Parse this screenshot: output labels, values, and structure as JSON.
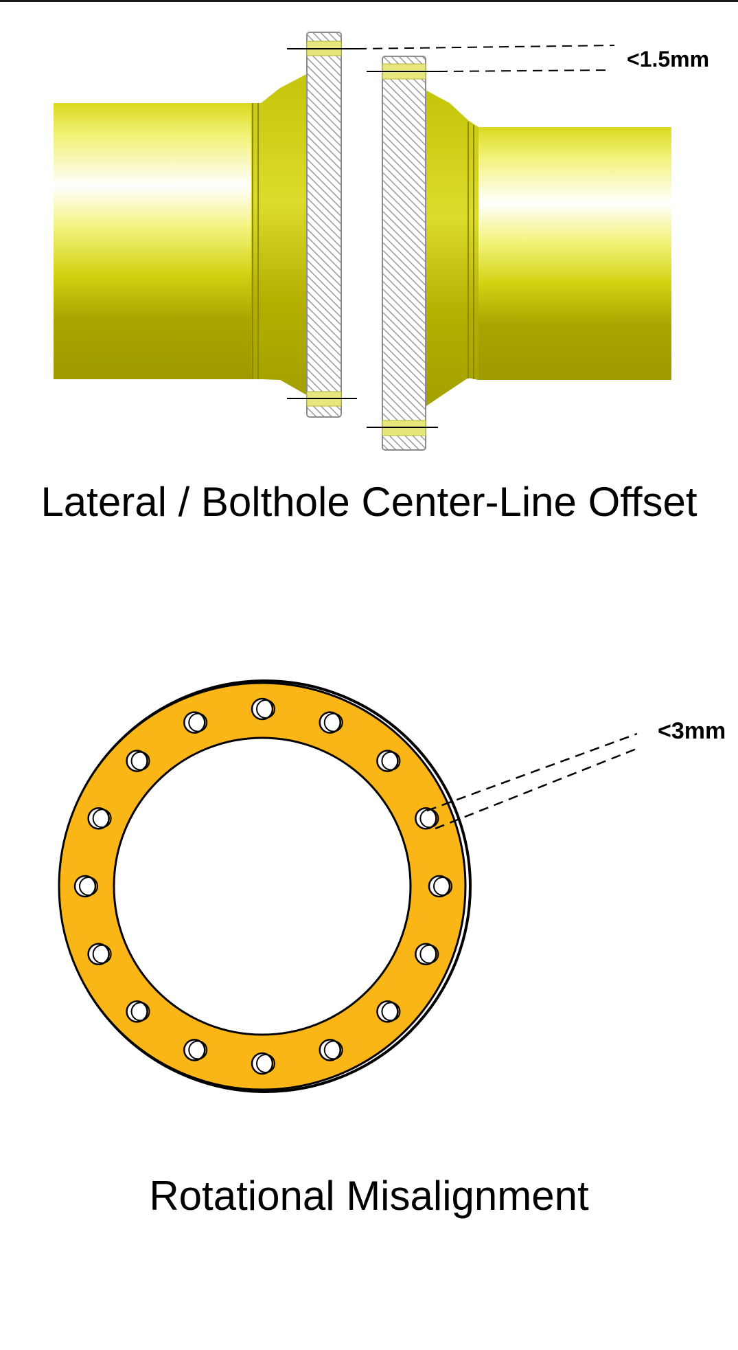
{
  "lateral": {
    "caption": "Lateral / Bolthole Center-Line Offset",
    "tolerance_label": "<1.5mm",
    "pipe_color": "#c9c90a",
    "flange_hatch_color": "#a0a0a0",
    "bolt_color": "#e4e47a"
  },
  "rotational": {
    "caption": "Rotational Misalignment",
    "tolerance_label": "<3mm",
    "flange_color": "#f9b616",
    "bolt_hole_count": 16
  }
}
